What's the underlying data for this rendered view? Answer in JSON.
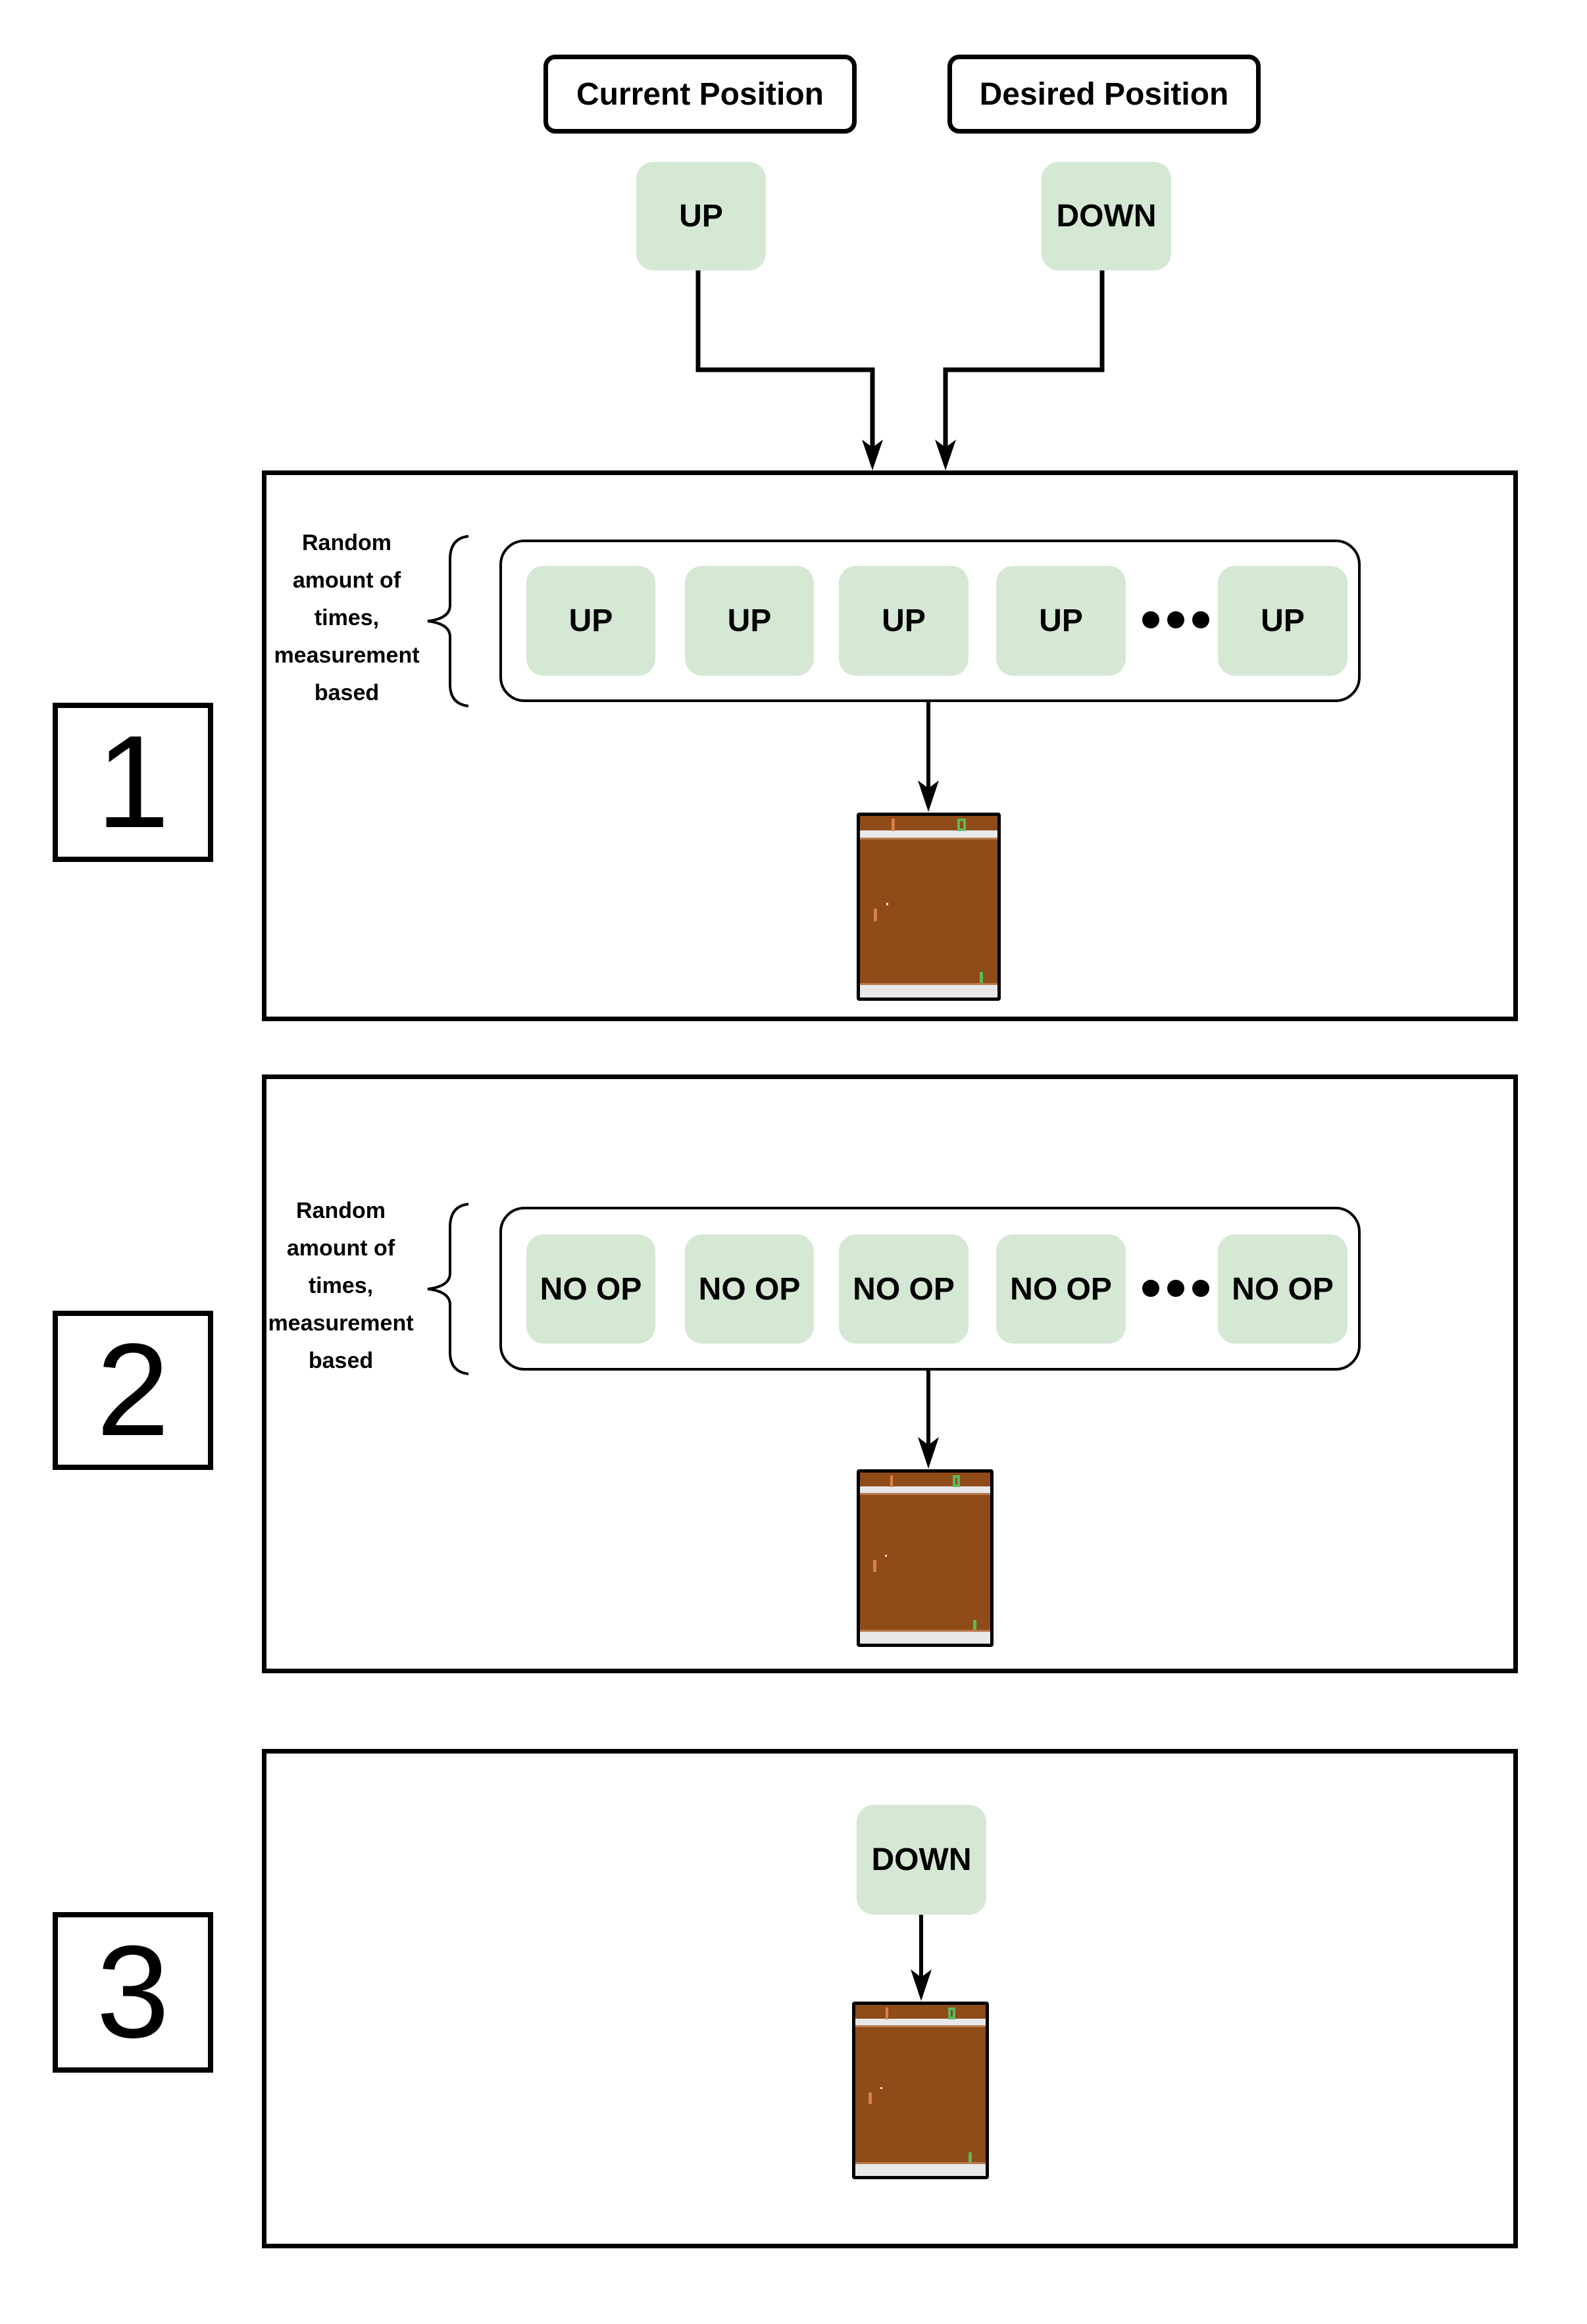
{
  "header": {
    "current_position_label": "Current Position",
    "desired_position_label": "Desired Position",
    "current_action": "UP",
    "desired_action": "DOWN"
  },
  "colors": {
    "action_fill": "#d5e8d4",
    "game_background": "#8f4b18",
    "game_band": "#e8e8e8",
    "opponent_paddle": "#d9804a",
    "player_paddle": "#5cb85c"
  },
  "steps": [
    {
      "number": "1",
      "side_label": [
        "Random",
        "amount of",
        "times,",
        "measurement",
        "based"
      ],
      "actions": [
        "UP",
        "UP",
        "UP",
        "UP",
        "UP"
      ],
      "ellipsis": "•••",
      "result": "game-frame"
    },
    {
      "number": "2",
      "side_label": [
        "Random",
        "amount of",
        "times,",
        "measurement",
        "based"
      ],
      "actions": [
        "NO OP",
        "NO OP",
        "NO OP",
        "NO OP",
        "NO OP"
      ],
      "ellipsis": "•••",
      "result": "game-frame"
    },
    {
      "number": "3",
      "actions": [
        "DOWN"
      ],
      "result": "game-frame"
    }
  ],
  "icons": {
    "arrow": "arrow-down-icon",
    "brace": "curly-brace-icon",
    "ellipsis": "ellipsis-icon",
    "game": "pong-game-frame"
  }
}
